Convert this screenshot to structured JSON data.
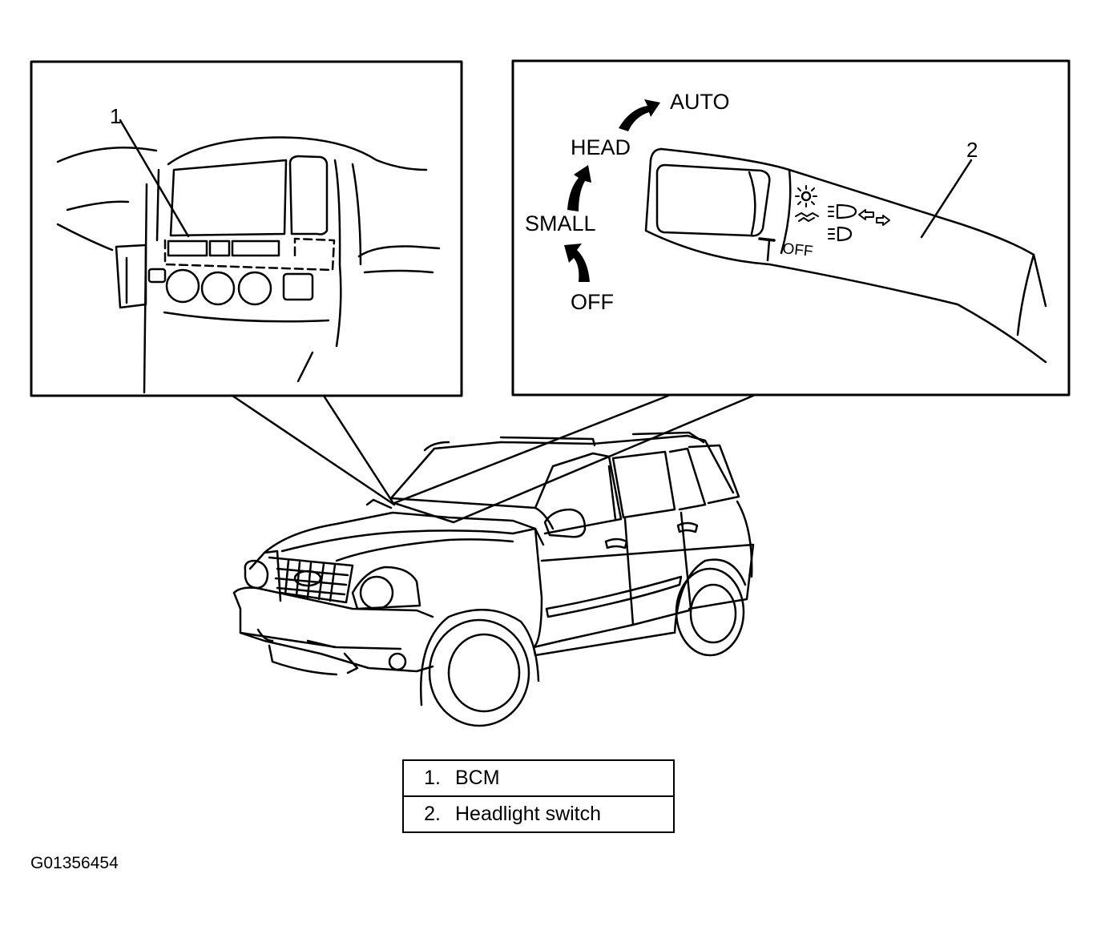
{
  "callouts": {
    "bcm_number": "1",
    "switch_number": "2"
  },
  "switch_positions": {
    "auto": "AUTO",
    "head": "HEAD",
    "small": "SMALL",
    "off": "OFF",
    "lever_off": "OFF"
  },
  "legend": [
    {
      "number": "1.",
      "label": "BCM"
    },
    {
      "number": "2.",
      "label": "Headlight switch"
    }
  ],
  "figure_id": "G01356454"
}
